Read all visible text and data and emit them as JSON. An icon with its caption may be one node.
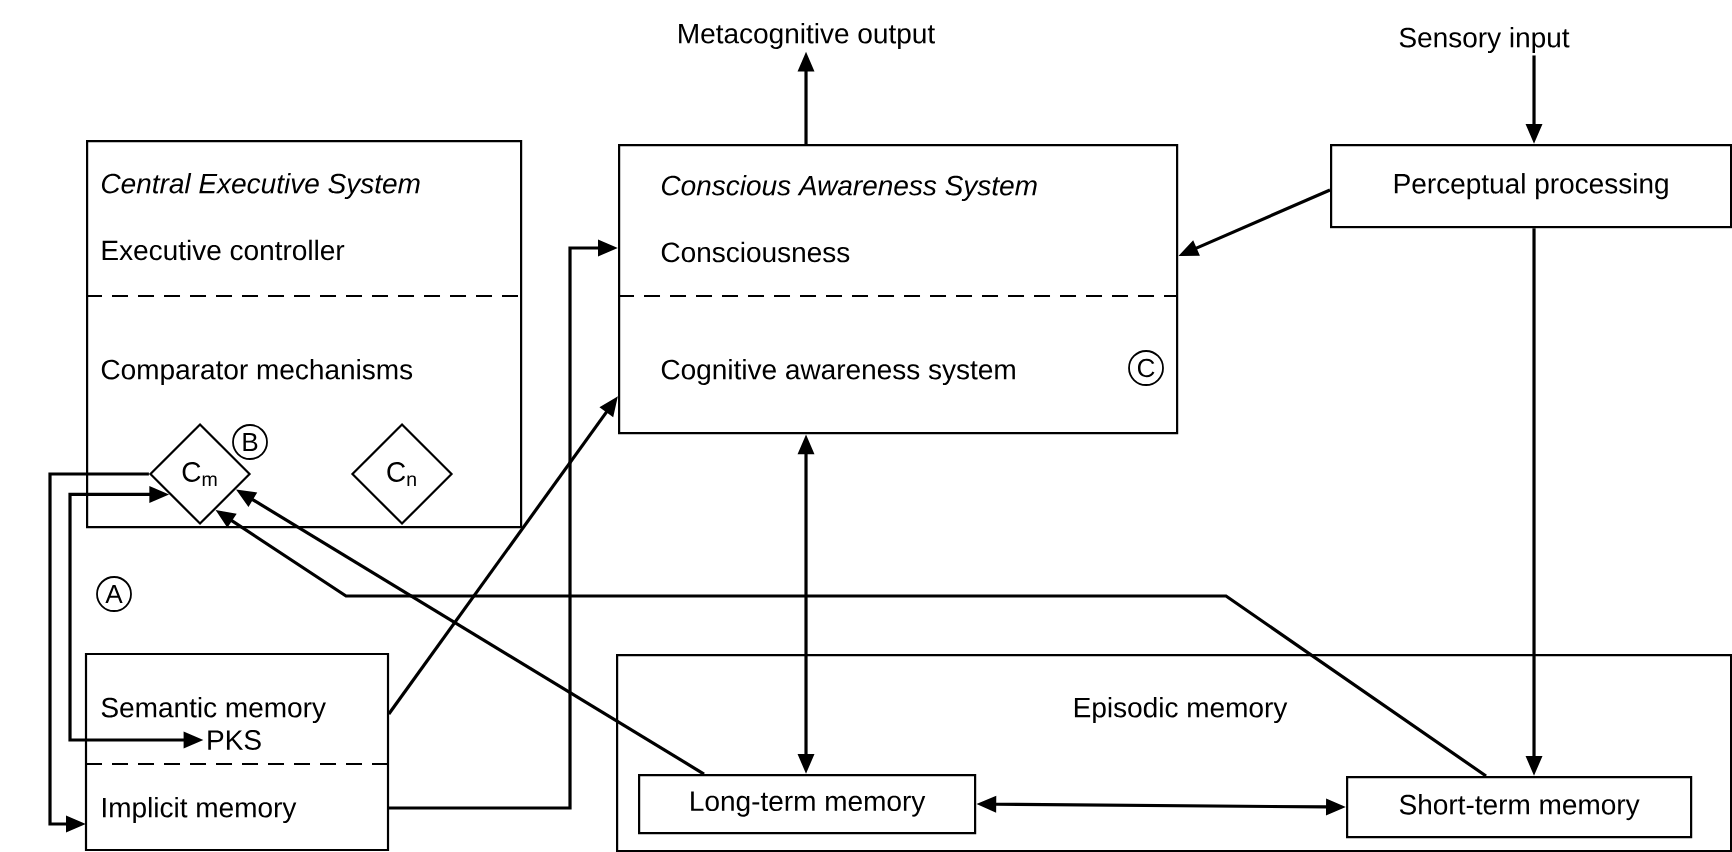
{
  "diagram": {
    "nodes": [
      {
        "text": [
          "Metacognitive output"
        ]
      },
      {
        "text": [
          "Sensory input"
        ]
      },
      {
        "text": [
          "Central Executive System",
          "Executive controller",
          "Comparator mechanisms"
        ]
      },
      {
        "text": [
          "C$_{m}$"
        ],
        "in": 2
      },
      {
        "text": [
          "C$_{n}$"
        ],
        "in": 2
      },
      {
        "text": [
          "Conscious Awareness System",
          "Consciousness",
          "Cognitive awareness system"
        ]
      },
      {
        "text": [
          "Perceptual processing"
        ]
      },
      {
        "text": [
          "Semantic memory"
        ]
      },
      {
        "text": [
          "PKS"
        ],
        "in": 7
      },
      {
        "text": [
          "Implicit memory"
        ]
      },
      {
        "text": [
          "Episodic memory"
        ]
      },
      {
        "text": [
          "Long-term memory"
        ],
        "in": 10
      },
      {
        "text": [
          "Short-term memory"
        ],
        "in": 10
      }
    ],
    "edges": [
      {
        "from": 1,
        "to": 6,
        "arrow": "to"
      },
      {
        "from": 5,
        "to": 0,
        "arrow": "to"
      },
      {
        "from": 6,
        "to": 5,
        "arrow": "to"
      },
      {
        "from": 6,
        "to": 12,
        "arrow": "to"
      },
      {
        "from": 5,
        "to": 11,
        "arrow": "both"
      },
      {
        "from": 11,
        "to": 12,
        "arrow": "both"
      },
      {
        "from": 11,
        "to": 3,
        "arrow": "to"
      },
      {
        "from": 12,
        "to": 3,
        "arrow": "to"
      },
      {
        "from": 3,
        "to": 9,
        "arrow": "to"
      },
      {
        "from": 3,
        "to": 8,
        "arrow": "both"
      },
      {
        "from": 7,
        "to": 5,
        "arrow": "to"
      },
      {
        "from": 9,
        "to": 5,
        "arrow": "to"
      }
    ],
    "labels": [
      "A",
      "B",
      "C"
    ]
  }
}
